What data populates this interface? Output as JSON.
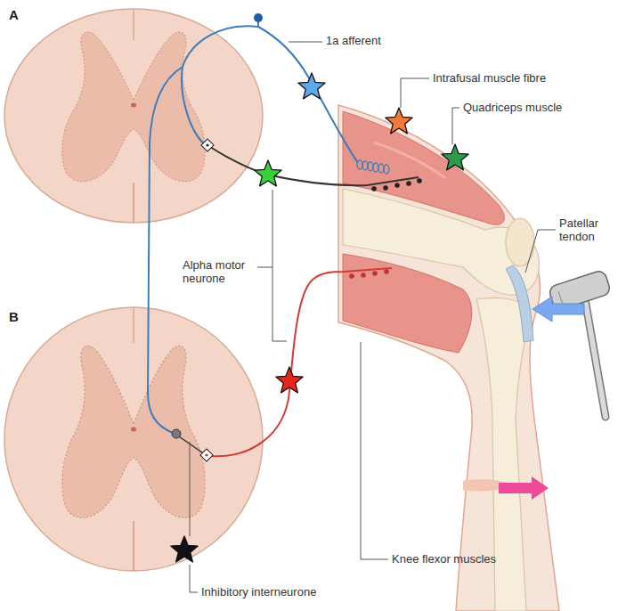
{
  "diagram": {
    "labels": [
      "A",
      "1a afferent",
      "Intrafusal muscle fibre",
      "Quadriceps muscle",
      "Patellar tendon",
      "Alpha motor neurone",
      "B",
      "Knee flexor muscles",
      "Inhibitory interneurone"
    ]
  }
}
